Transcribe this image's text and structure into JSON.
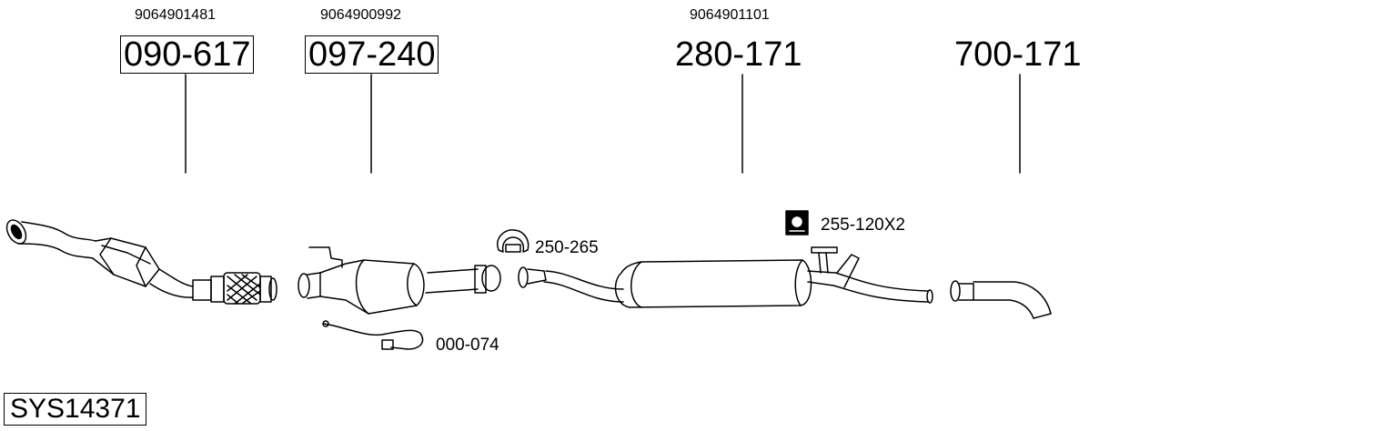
{
  "parts": [
    {
      "oe": "9064901481",
      "num": "090-617"
    },
    {
      "oe": "9064900992",
      "num": "097-240"
    },
    {
      "oe": "9064901101",
      "num": "280-171"
    },
    {
      "oe": "",
      "num": "700-171"
    }
  ],
  "accessories": {
    "clamp": "250-265",
    "mount": "255-120X2",
    "sensor": "000-074"
  },
  "system_code": "SYS14371",
  "icons": [
    "clamp-icon",
    "rubber-mount-icon"
  ]
}
